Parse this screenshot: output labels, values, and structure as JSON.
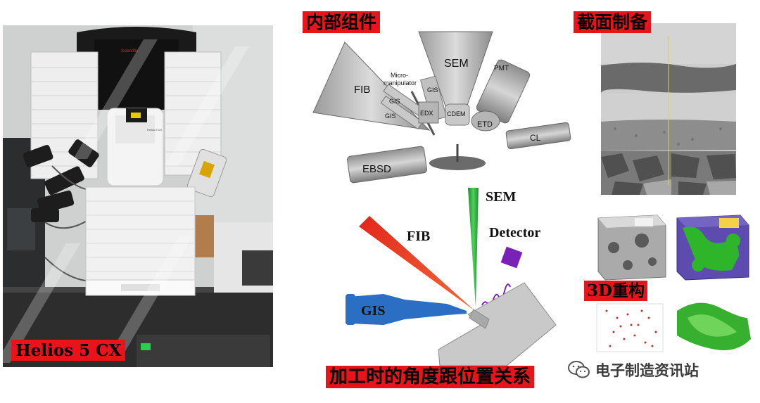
{
  "labels": {
    "machine": "Helios 5 CX",
    "internal_components": "内部组件",
    "cross_section": "截面制备",
    "reconstruction_3d": "3D重构",
    "angle_relation": "加工时的角度跟位置关系"
  },
  "photo": {
    "brand_text": "Scientific",
    "model_text": "Helios 5 CX"
  },
  "internal_diagram": {
    "fib": "FIB",
    "sem": "SEM",
    "micromanipulator_line1": "Micro-",
    "micromanipulator_line2": "manipulator",
    "gis_left_1": "GIS",
    "gis_left_2": "GIS",
    "gis_right": "GIS",
    "edx": "EDX",
    "cdem": "CDEM",
    "pmt": "PMT",
    "etd": "ETD",
    "cl": "CL",
    "ebsd": "EBSD"
  },
  "angle_diagram": {
    "sem": "SEM",
    "fib": "FIB",
    "detector": "Detector",
    "gis": "GIS"
  },
  "watermark": {
    "text": "电子制造资讯站"
  },
  "colors": {
    "label_red": "#e8141b",
    "fib_beam": "#e2261a",
    "sem_beam": "#22a63a",
    "detector": "#7a22b8",
    "gis": "#2a6fc4",
    "cube_blue": "#5d4bb0",
    "cube_green": "#2fb52a"
  }
}
